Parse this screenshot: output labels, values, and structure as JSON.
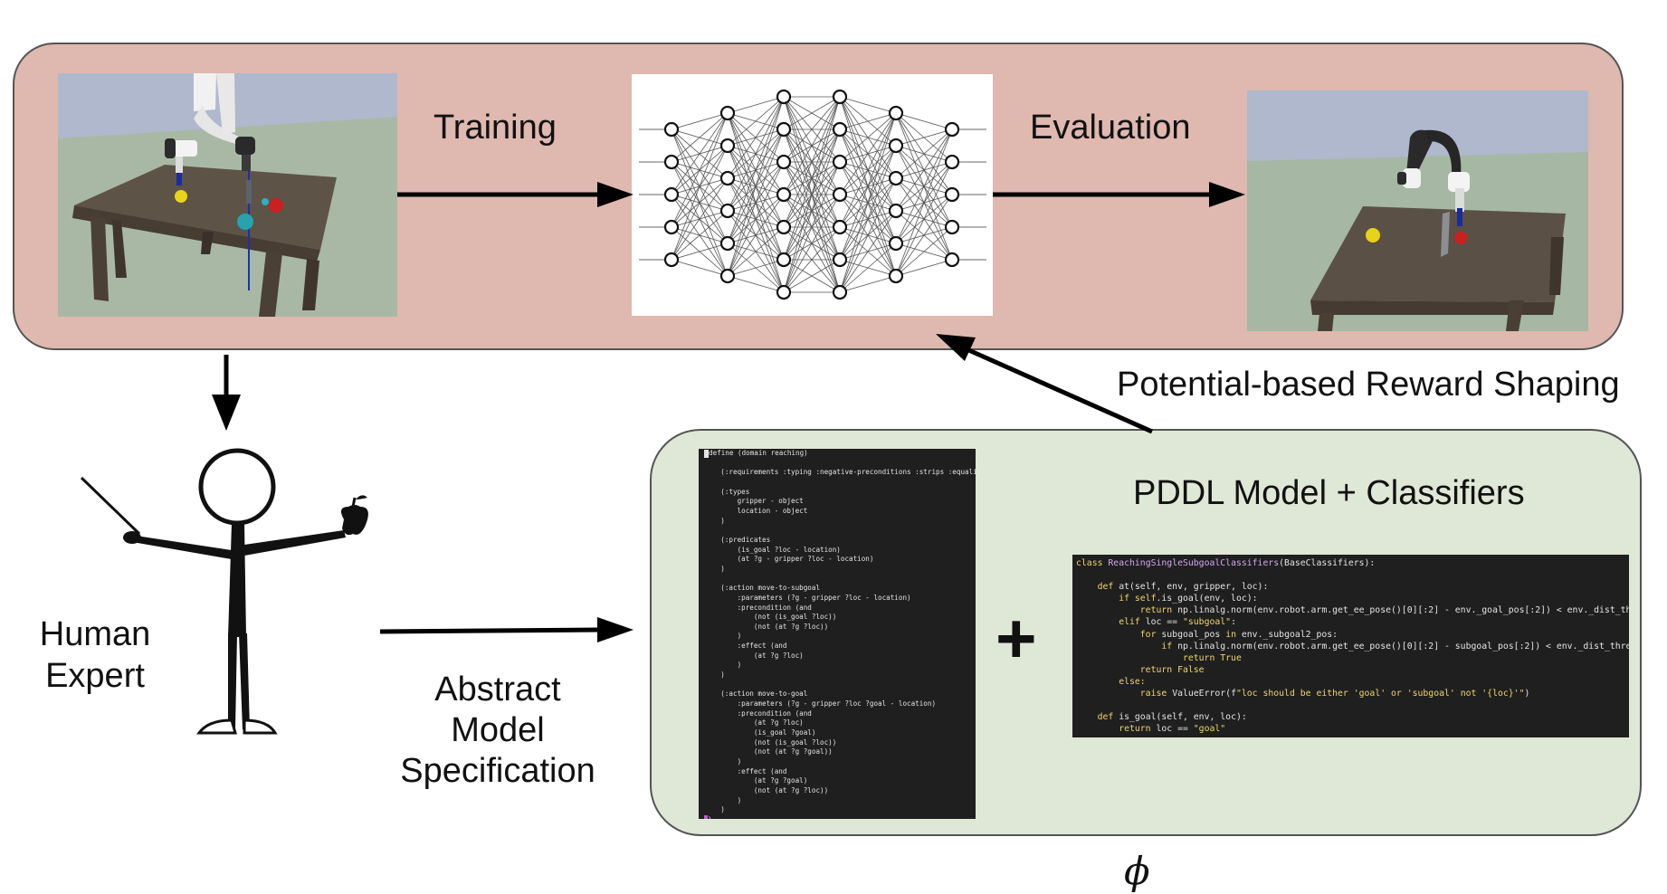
{
  "top_panel": {
    "training_label": "Training",
    "evaluation_label": "Evaluation"
  },
  "reward_label": "Potential-based Reward Shaping",
  "human": {
    "line1": "Human",
    "line2": "Expert"
  },
  "spec": {
    "line1": "Abstract",
    "line2": "Model",
    "line3": "Specification"
  },
  "bottom_panel": {
    "title": "PDDL Model + Classifiers",
    "plus": "+",
    "pddl_code": [
      "define (domain reaching)",
      "",
      "    (:requirements :typing :negative-preconditions :strips :equality)",
      "",
      "    (:types",
      "        gripper - object",
      "        location - object",
      "    )",
      "",
      "    (:predicates",
      "        (is_goal ?loc - location)",
      "        (at ?g - gripper ?loc - location)",
      "    )",
      "",
      "    (:action move-to-subgoal",
      "        :parameters (?g - gripper ?loc - location)",
      "        :precondition (and",
      "            (not (is_goal ?loc))",
      "            (not (at ?g ?loc))",
      "        )",
      "        :effect (and",
      "            (at ?g ?loc)",
      "        )",
      "    )",
      "",
      "    (:action move-to-goal",
      "        :parameters (?g - gripper ?loc ?goal - location)",
      "        :precondition (and",
      "            (at ?g ?loc)",
      "            (is_goal ?goal)",
      "            (not (is_goal ?loc))",
      "            (not (at ?g ?goal))",
      "        )",
      "        :effect (and",
      "            (at ?g ?goal)",
      "            (not (at ?g ?loc))",
      "        )",
      "    )",
      ")"
    ]
  },
  "python_code": {
    "class_kw": "class",
    "class_name": "ReachingSingleSubgoalClassifiers",
    "class_base": "(BaseClassifiers):",
    "def_kw": "def",
    "at_sig": "at(self, env, gripper, loc):",
    "if_kw": "if",
    "self_kw": "self",
    "is_goal_call": ".is_goal(env, loc):",
    "return_kw": "return",
    "return_expr_1": "np.linalg.norm(env.robot.arm.get_ee_pose()[0][:2] - env._goal_pos[:2]) < env._dist_threshold",
    "elif_kw": "elif",
    "elif_expr": "loc ==",
    "subgoal_str": "\"subgoal\"",
    "colon": ":",
    "for_kw": "for",
    "for_expr": "subgoal_pos",
    "in_kw": "in",
    "for_iter": "env._subgoal2_pos:",
    "inner_if_expr": "np.linalg.norm(env.robot.arm.get_ee_pose()[0][:2] - subgoal_pos[:2]) < env._dist_threshold:",
    "true_kw": "True",
    "false_kw": "False",
    "else_kw": "else:",
    "raise_kw": "raise",
    "raise_expr": "ValueError(f",
    "raise_str": "\"loc should be either 'goal' or 'subgoal' not '{loc}'\"",
    "raise_end": ")",
    "is_goal_sig": "is_goal(self, env, loc):",
    "return_loc": "loc ==",
    "goal_str": "\"goal\""
  },
  "phi_label": "ϕ",
  "colors": {
    "top_panel": "#dfb8b0",
    "bottom_panel": "#dfe7d6",
    "code_bg": "#1f1f1f",
    "keyword": "#f0d46b",
    "class_name": "#d3a6f2"
  }
}
